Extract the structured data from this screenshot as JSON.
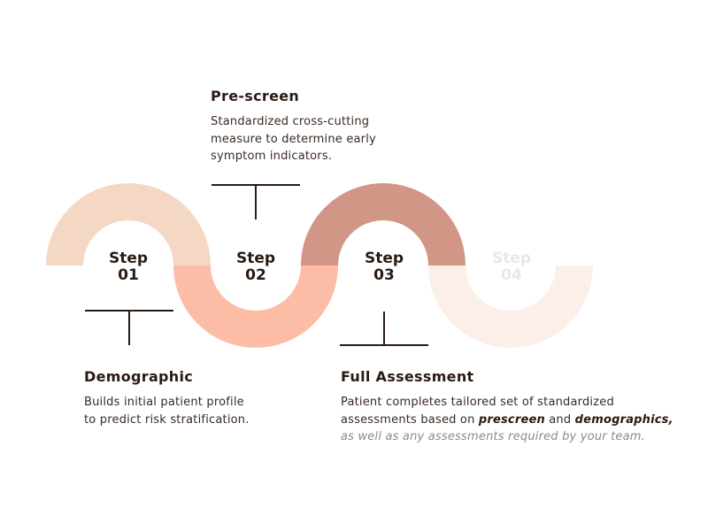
{
  "colors": {
    "step1": "#f5d8c4",
    "step2": "#fdbca6",
    "step3": "#d29686",
    "step4": "#fcefe9",
    "text": "#2b1a12",
    "connector": "#2b1a12",
    "muted_text": "#8a8a8a"
  },
  "steps": [
    {
      "word": "Step",
      "number": "01",
      "color": "#2b1a12"
    },
    {
      "word": "Step",
      "number": "02",
      "color": "#2b1a12"
    },
    {
      "word": "Step",
      "number": "03",
      "color": "#2b1a12"
    },
    {
      "word": "Step",
      "number": "04",
      "color": "#ece6e3"
    }
  ],
  "prescreen": {
    "title": "Pre-screen",
    "lines": [
      "Standardized cross-cutting",
      "measure to determine early",
      "symptom indicators."
    ]
  },
  "demographic": {
    "title": "Demographic",
    "lines": [
      "Builds initial patient profile",
      "to predict risk stratification."
    ]
  },
  "full_assessment": {
    "title": "Full Assessment",
    "line1": "Patient completes tailored set of standardized",
    "line2_pre": "assessments based on ",
    "line2_em1": "prescreen",
    "line2_mid": " and ",
    "line2_em2": "demographics,",
    "line3": "as well as any assessments required by your team."
  }
}
